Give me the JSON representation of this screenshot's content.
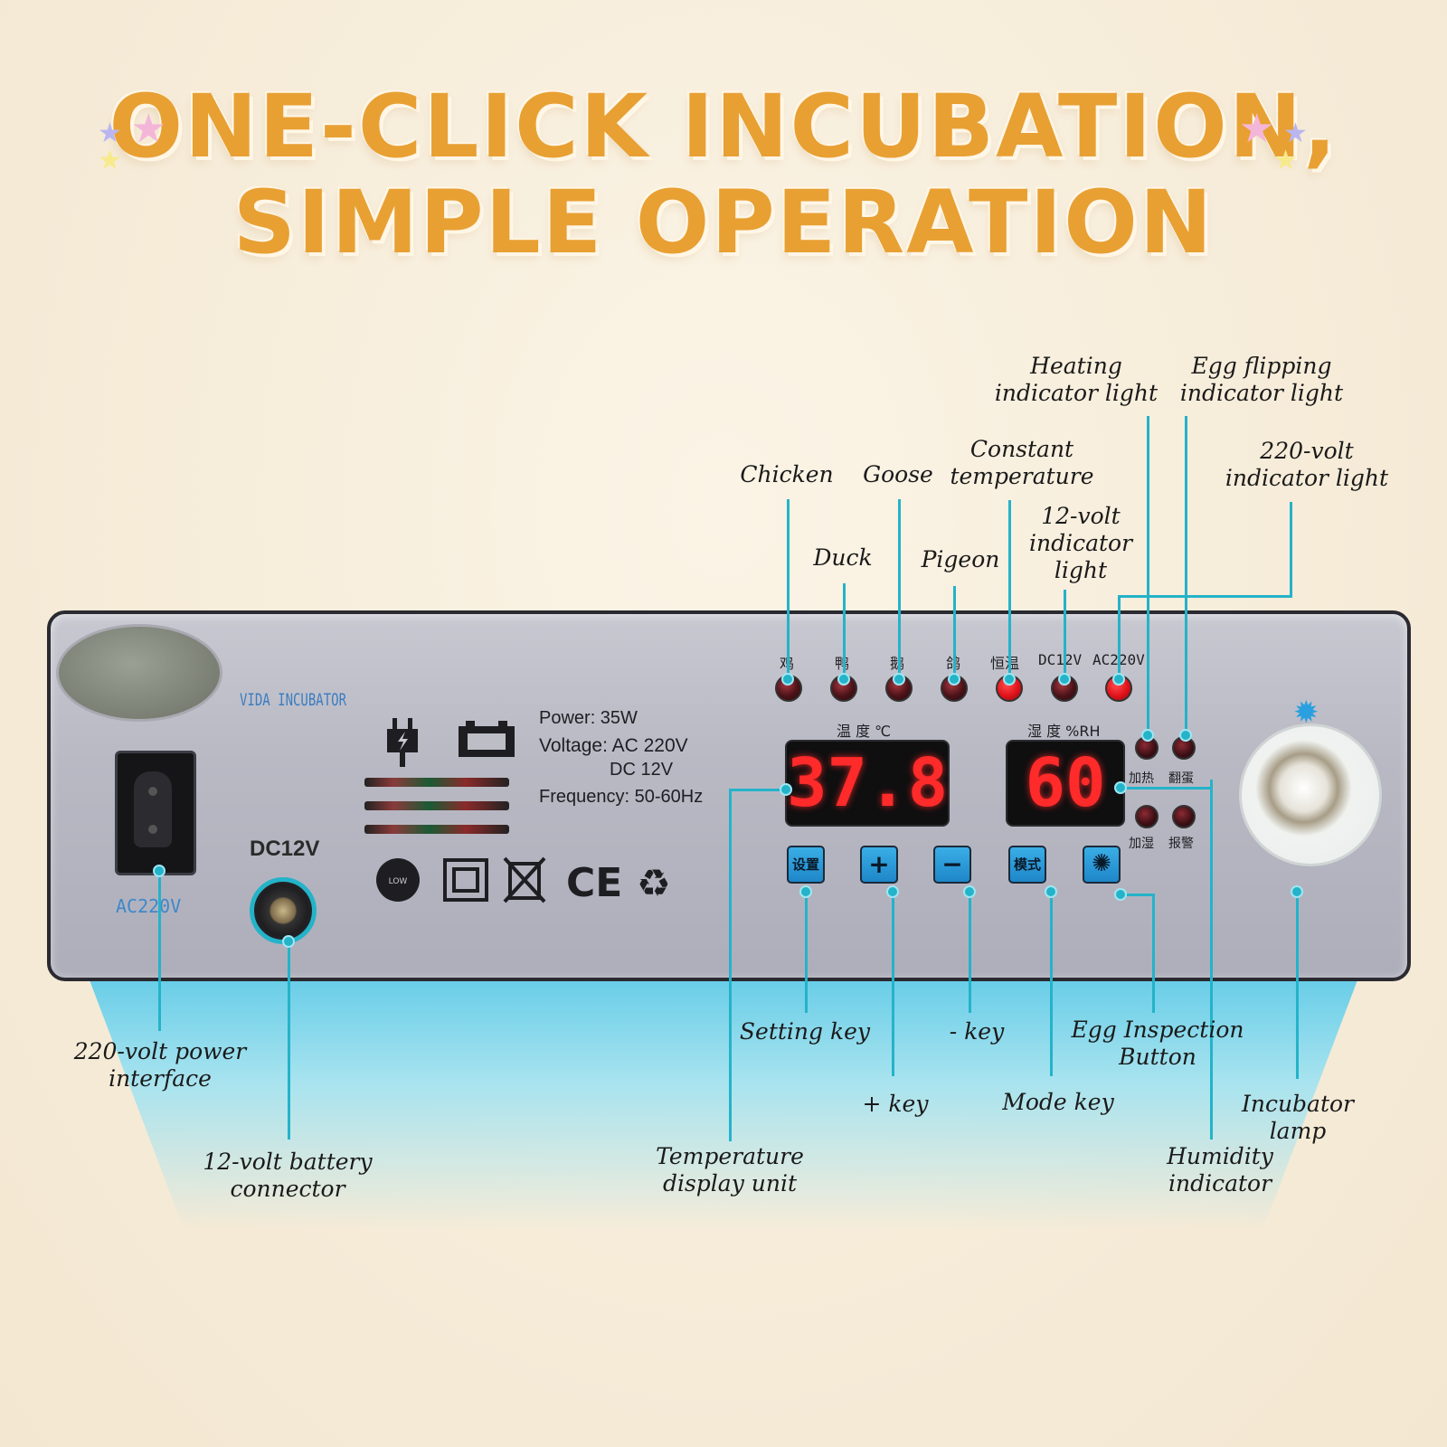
{
  "header": {
    "title_line1": "ONE-CLICK INCUBATION,",
    "title_line2": "SIMPLE OPERATION"
  },
  "colors": {
    "title": "#e8a033",
    "callout": "#24b3c9",
    "led_red": "#e0121a",
    "key_blue": "#1e86c9"
  },
  "panel": {
    "brand": "VIDA INCUBATOR",
    "ac_label": "AC220V",
    "dc_label": "DC12V",
    "specs": {
      "power": "Power: 35W",
      "voltage": "Voltage: AC 220V",
      "voltage_dc": "DC 12V",
      "frequency": "Frequency: 50-60Hz"
    },
    "top_led_labels": [
      "鸡",
      "鸭",
      "鹅",
      "鸽",
      "恒温",
      "DC12V",
      "AC220V"
    ],
    "temp_header": "温 度 ℃",
    "humid_header": "湿 度 %RH",
    "temp_display": "37.8",
    "humid_display": "60",
    "side_led_labels": [
      "加热",
      "翻蛋",
      "加湿",
      "报警"
    ],
    "keys": {
      "setting": "设置",
      "plus": "+",
      "minus": "−",
      "mode": "模式"
    },
    "icons": [
      "plug-icon",
      "battery-icon",
      "low-energy-icon",
      "double-insulation-icon",
      "weee-bin-icon",
      "ce-mark-icon",
      "recycle-icon",
      "sun-icon"
    ]
  },
  "annotations": {
    "chicken": "Chicken",
    "duck": "Duck",
    "goose": "Goose",
    "pigeon": "Pigeon",
    "constant_temperature": "Constant temperature",
    "v12_indicator": "12-volt indicator light",
    "heating_indicator": "Heating indicator light",
    "egg_flipping_indicator": "Egg flipping indicator light",
    "v220_indicator": "220-volt indicator light",
    "power_interface": "220-volt power interface",
    "battery_connector": "12-volt battery connector",
    "setting_key": "Setting key",
    "plus_key": "+ key",
    "minus_key": "- key",
    "mode_key": "Mode key",
    "egg_inspection": "Egg Inspection Button",
    "temp_display_unit": "Temperature display unit",
    "humidity_indicator": "Humidity indicator",
    "incubator_lamp": "Incubator lamp"
  }
}
